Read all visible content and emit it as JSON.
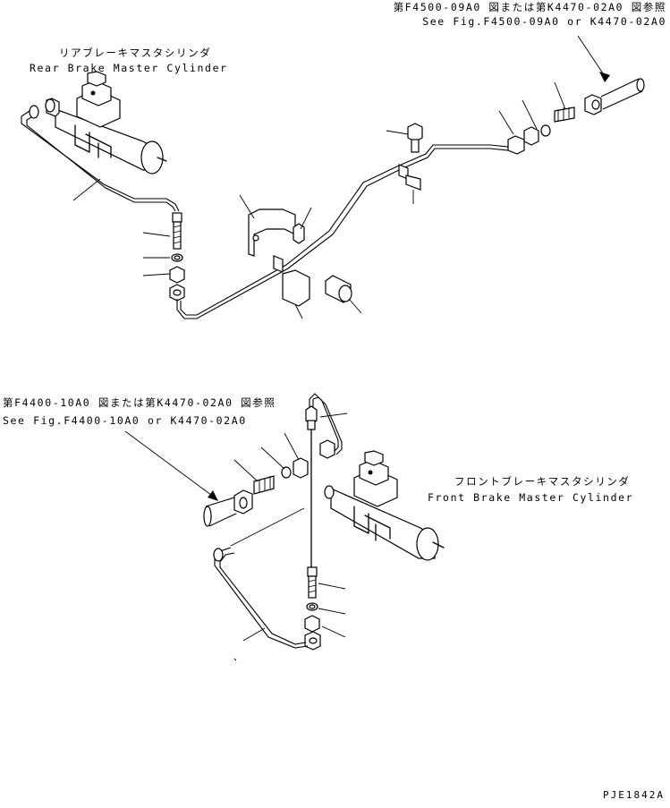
{
  "labels": {
    "ref_top_jp": "第F4500-09A0 図または第K4470-02A0 図参照",
    "ref_top_en": "See Fig.F4500-09A0 or K4470-02A0",
    "rear_jp": "リアブレーキマスタシリンダ",
    "rear_en": "Rear Brake Master Cylinder",
    "ref_mid_jp": "第F4400-10A0 図または第K4470-02A0 図参照",
    "ref_mid_en": "See Fig.F4400-10A0 or K4470-02A0",
    "front_jp": "フロントブレーキマスタシリンダ",
    "front_en": "Front Brake Master Cylinder",
    "figure_number": "PJE1842A"
  }
}
